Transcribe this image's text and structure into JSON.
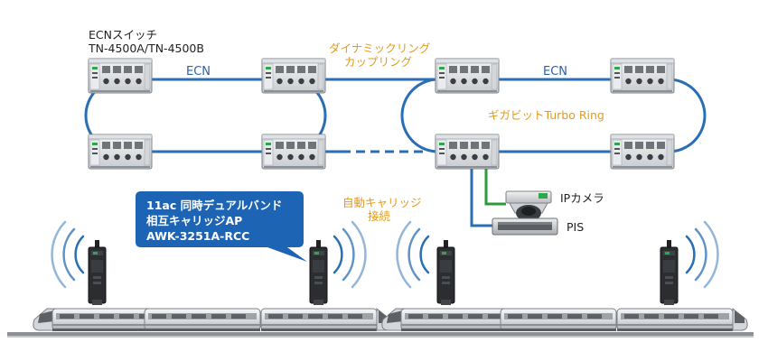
{
  "labels": {
    "switch_title_line1": "ECNスイッチ",
    "switch_title_line2": "TN-4500A/TN-4500B",
    "ecn_left": "ECN",
    "ecn_right": "ECN",
    "dynamic_ring_line1": "ダイナミックリング",
    "dynamic_ring_line2": "カップリング",
    "gigabit_turbo_ring": "ギガビットTurbo Ring",
    "ip_camera": "IPカメラ",
    "pis": "PIS",
    "auto_carriage_line1": "自動キャリッジ",
    "auto_carriage_line2": "接続"
  },
  "callout": {
    "line1": "11ac 同時デュアルバンド",
    "line2": "相互キャリッジAP",
    "line3": "AWK-3251A-RCC"
  },
  "colors": {
    "ring_blue": "#2a6fb3",
    "label_blue": "#2a62a8",
    "label_orange": "#e39b1c",
    "callout_bg": "#1e64b4",
    "link_green": "#2e9b3a",
    "wifi_blue": "#2a6fb3"
  }
}
